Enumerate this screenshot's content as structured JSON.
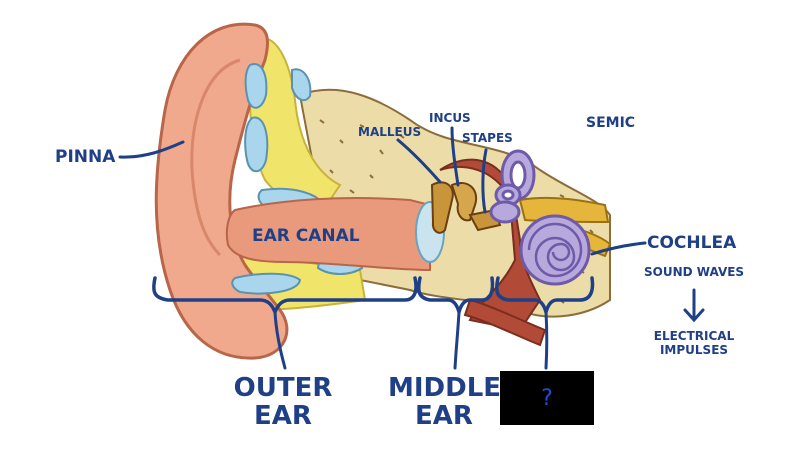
{
  "labels": {
    "pinna": "PINNA",
    "ear_canal": "EAR CANAL",
    "malleus": "MALLEUS",
    "incus": "INCUS",
    "stapes": "STAPES",
    "semicircular": "SEMIC",
    "cochlea": "COCHLEA",
    "sound_waves": "SOUND WAVES",
    "electrical_line1": "ELECTRICAL",
    "electrical_line2": "IMPULSES",
    "outer_line1": "OUTER",
    "outer_line2": "EAR",
    "middle_line1": "MIDDLE",
    "middle_line2": "EAR"
  },
  "answer_box": {
    "text": "?"
  },
  "colors": {
    "label_blue": "#1f3f86",
    "skin": "#f0a98c",
    "skin_dark": "#d9876a",
    "cartilage_blue": "#a9d6ec",
    "fat_yellow": "#f1e46a",
    "bone_beige": "#ecdca8",
    "ossicle_brown": "#8a4a25",
    "ossicle_gold": "#c9953a",
    "cochlea_purple": "#b8a9dc",
    "nerve_gold": "#e6b53c",
    "canal_red": "#b14a36",
    "answer_bg": "#000000",
    "answer_text": "#1d4fd6"
  }
}
